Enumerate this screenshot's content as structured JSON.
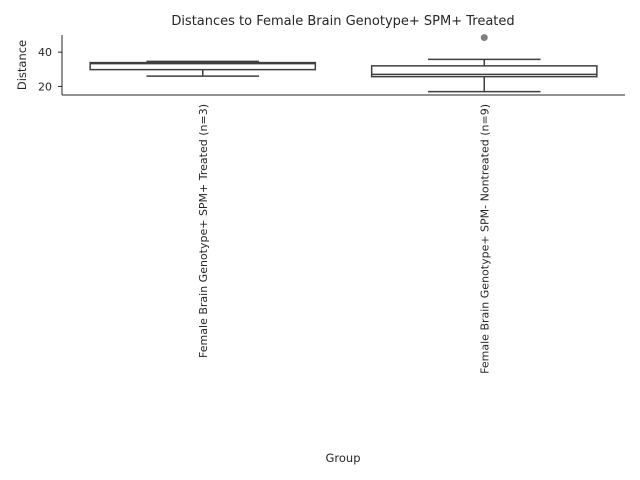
{
  "chart_data": {
    "type": "box",
    "title": "Distances to Female Brain Genotype+ SPM+ Treated",
    "xlabel": "Group",
    "ylabel": "Distance",
    "ylim": [
      15,
      50
    ],
    "yticks": [
      20,
      40
    ],
    "grid": false,
    "categories": [
      "Female Brain Genotype+ SPM+ Treated (n=3)",
      "Female Brain Genotype+ SPM- Nontreated (n=9)"
    ],
    "boxes": [
      {
        "whisker_low": 26.0,
        "q1": 29.8,
        "median": 33.3,
        "q3": 33.9,
        "whisker_high": 34.6,
        "outliers": []
      },
      {
        "whisker_low": 17.0,
        "q1": 25.7,
        "median": 27.0,
        "q3": 32.0,
        "whisker_high": 35.8,
        "outliers": [
          48.5
        ]
      }
    ],
    "colors": {
      "box_line": "#3f3f3f",
      "outlier": "#808080"
    }
  }
}
